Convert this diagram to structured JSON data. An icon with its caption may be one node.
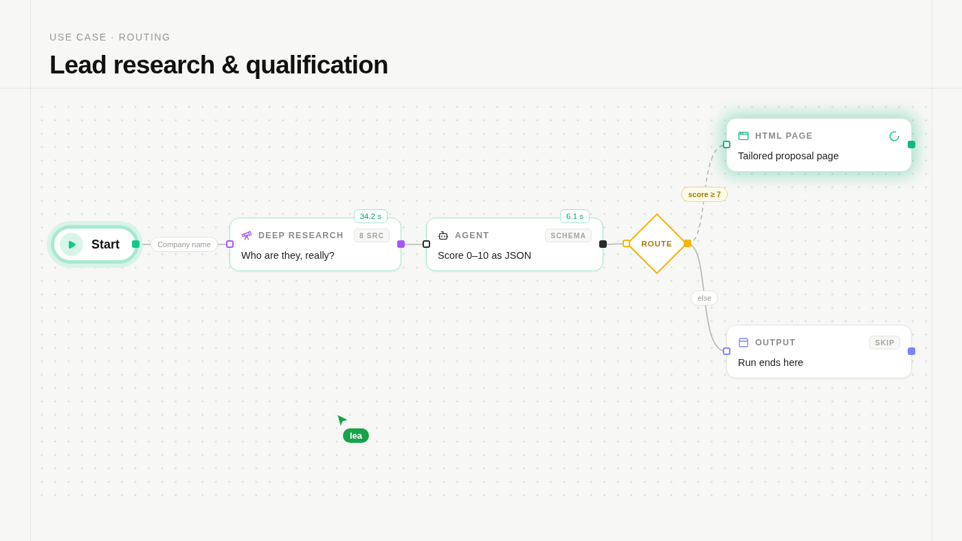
{
  "diagram": {
    "title": "Lead research & qualification",
    "nodes": [
      {
        "text": [
          "Start"
        ]
      },
      {
        "text": [
          "DEEP RESEARCH",
          "8 SRC",
          "Who are they, really?"
        ],
        "beside": [
          "34.2 s"
        ]
      },
      {
        "text": [
          "AGENT",
          "SCHEMA",
          "Score 0–10 as JSON"
        ],
        "beside": [
          "6.1 s"
        ]
      },
      {
        "text": [
          "ROUTE"
        ]
      },
      {
        "text": [
          "HTML PAGE",
          "Tailored proposal page"
        ]
      },
      {
        "text": [
          "OUTPUT",
          "SKIP",
          "Run ends here"
        ]
      }
    ],
    "edges": [
      {
        "from": 0,
        "to": 1,
        "arrow": "none",
        "label": "Company name"
      },
      {
        "from": 1,
        "to": 2,
        "arrow": "none"
      },
      {
        "from": 2,
        "to": 3,
        "arrow": "none"
      },
      {
        "from": 3,
        "to": 4,
        "arrow": "none",
        "style": "dashed",
        "label": "score ≥ 7"
      },
      {
        "from": 3,
        "to": 5,
        "arrow": "none",
        "label": "else"
      }
    ],
    "labels": [
      "USE CASE · ROUTING",
      "lea"
    ]
  }
}
